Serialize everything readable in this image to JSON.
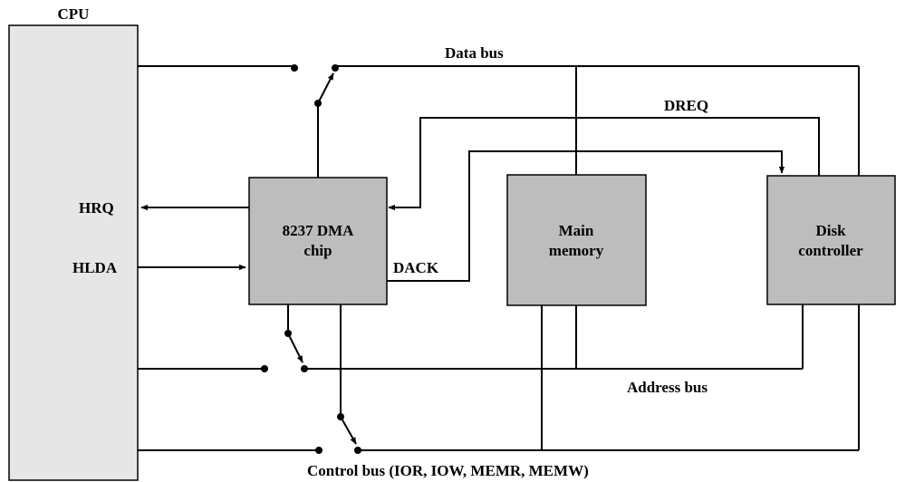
{
  "labels": {
    "cpu": "CPU",
    "dma_line1": "8237 DMA",
    "dma_line2": "chip",
    "mem_line1": "Main",
    "mem_line2": "memory",
    "disk_line1": "Disk",
    "disk_line2": "controller",
    "hrq": "HRQ",
    "hlda": "HLDA",
    "dack": "DACK",
    "dreq": "DREQ",
    "data_bus": "Data bus",
    "address_bus": "Address bus",
    "control_bus": "Control bus (IOR, IOW, MEMR, MEMW)"
  },
  "colors": {
    "cpu_fill": "#e6e6e6",
    "block_fill": "#bdbdbd",
    "line": "#000000"
  }
}
